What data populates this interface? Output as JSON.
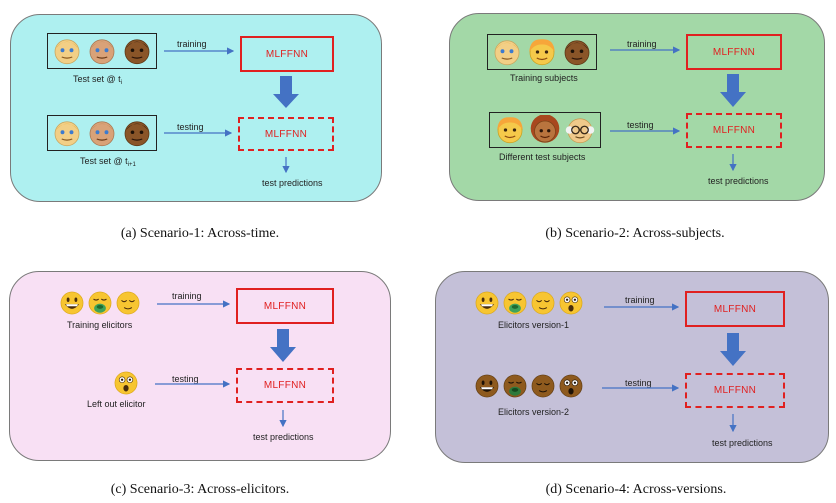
{
  "colors": {
    "panel_a": "#aef0f0",
    "panel_b": "#a3d8a7",
    "panel_c": "#f8e0f4",
    "panel_d": "#c4c0d8",
    "box_red": "#e02020",
    "arrow_blue": "#4472c4"
  },
  "common": {
    "model": "MLFFNN",
    "training": "training",
    "testing": "testing",
    "predictions": "test predictions"
  },
  "scenarios": [
    {
      "caption": "(a) Scenario-1: Across-time.",
      "train_label": "Test set @ t",
      "train_sub": "i",
      "test_label": "Test set @ t",
      "test_sub": "i+1"
    },
    {
      "caption": "(b) Scenario-2: Across-subjects.",
      "train_label": "Training subjects",
      "test_label": "Different test subjects"
    },
    {
      "caption": "(c) Scenario-3: Across-elicitors.",
      "train_label": "Training elicitors",
      "test_label": "Left out elicitor"
    },
    {
      "caption": "(d) Scenario-4: Across-versions.",
      "train_label": "Elicitors version-1",
      "test_label": "Elicitors version-2"
    }
  ]
}
